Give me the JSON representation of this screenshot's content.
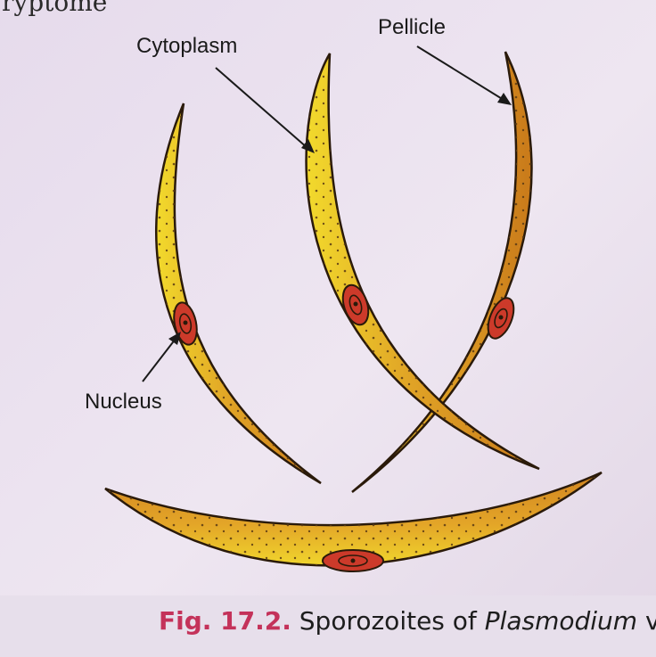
{
  "header_fragment": "ryptome",
  "labels": {
    "cytoplasm": "Cytoplasm",
    "pellicle": "Pellicle",
    "nucleus": "Nucleus"
  },
  "caption": {
    "fig_number": "Fig. 17.2.",
    "text_before": "Sporozoites of",
    "species": "Plasmodium",
    "text_after": "vivax."
  },
  "colors": {
    "paper": "#e9dff0",
    "cell_body": "#d8901f",
    "cell_highlight": "#f1d62a",
    "nucleus": "#cc3a2a",
    "caption_fig": "#c4325a"
  }
}
